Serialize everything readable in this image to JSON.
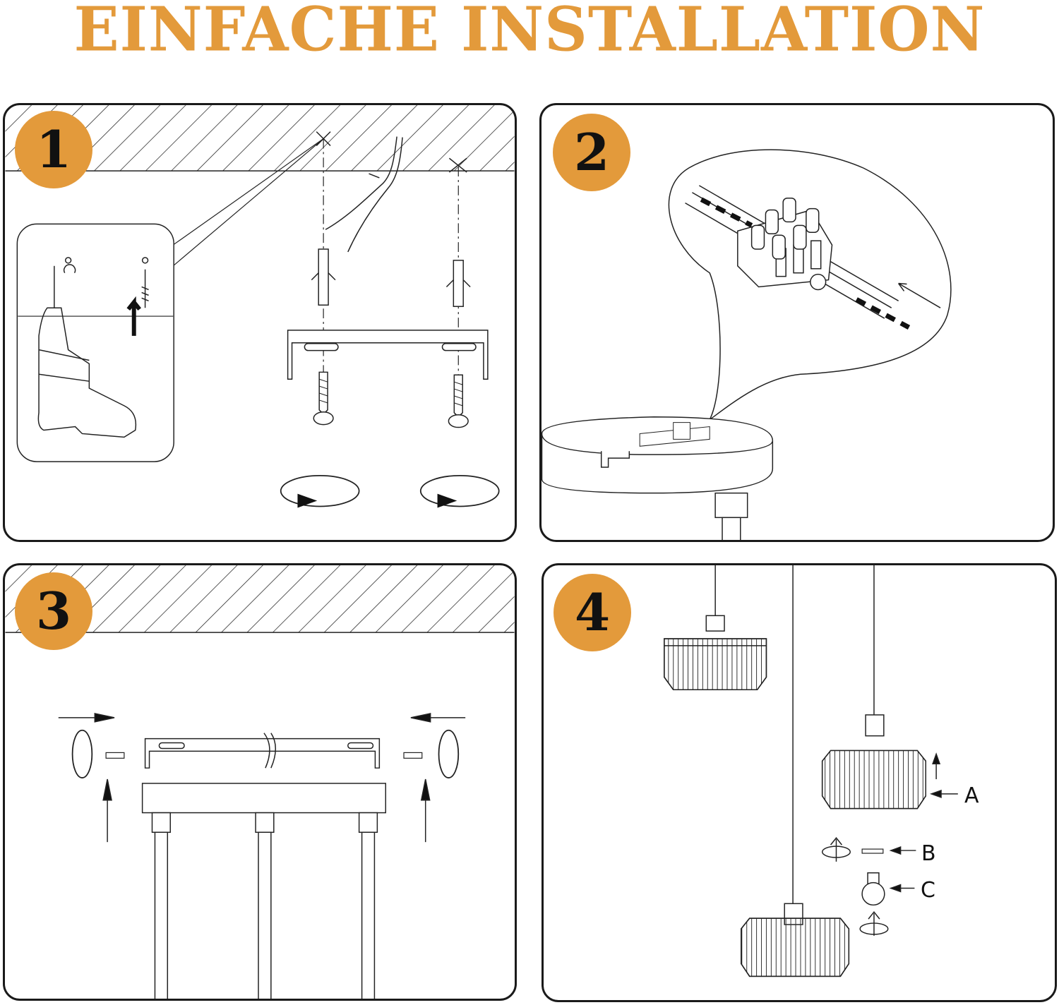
{
  "title": "EINFACHE INSTALLATION",
  "accent_color": "#e39a3b",
  "steps": [
    {
      "number": "1"
    },
    {
      "number": "2"
    },
    {
      "number": "3"
    },
    {
      "number": "4"
    }
  ],
  "labels": {
    "a": "A",
    "b": "B",
    "c": "C"
  }
}
